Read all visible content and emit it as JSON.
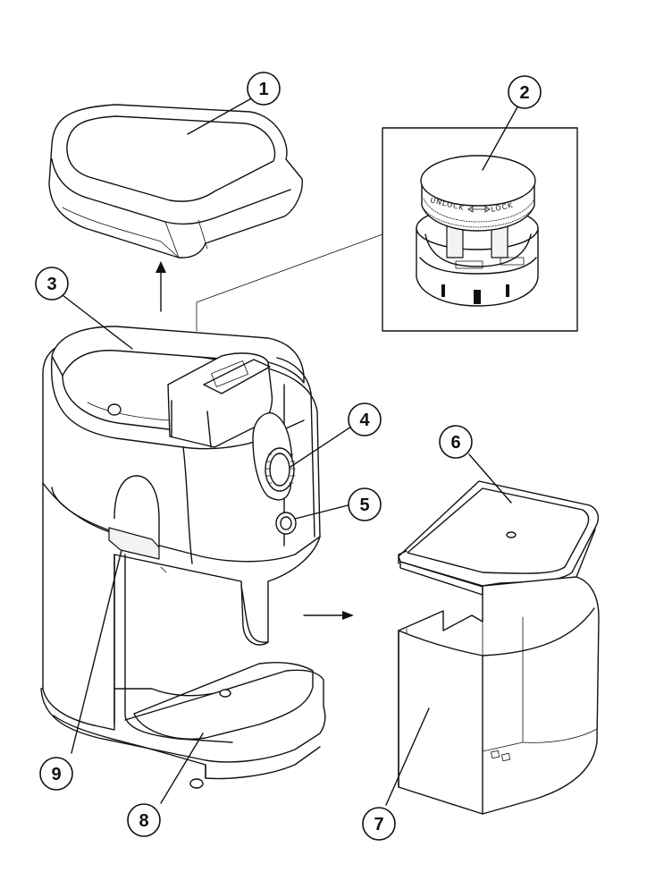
{
  "callouts": [
    "1",
    "2",
    "3",
    "4",
    "5",
    "6",
    "7",
    "8",
    "9"
  ],
  "lock_ring": {
    "unlock": "UNLOCK",
    "lock": "LOCK"
  }
}
